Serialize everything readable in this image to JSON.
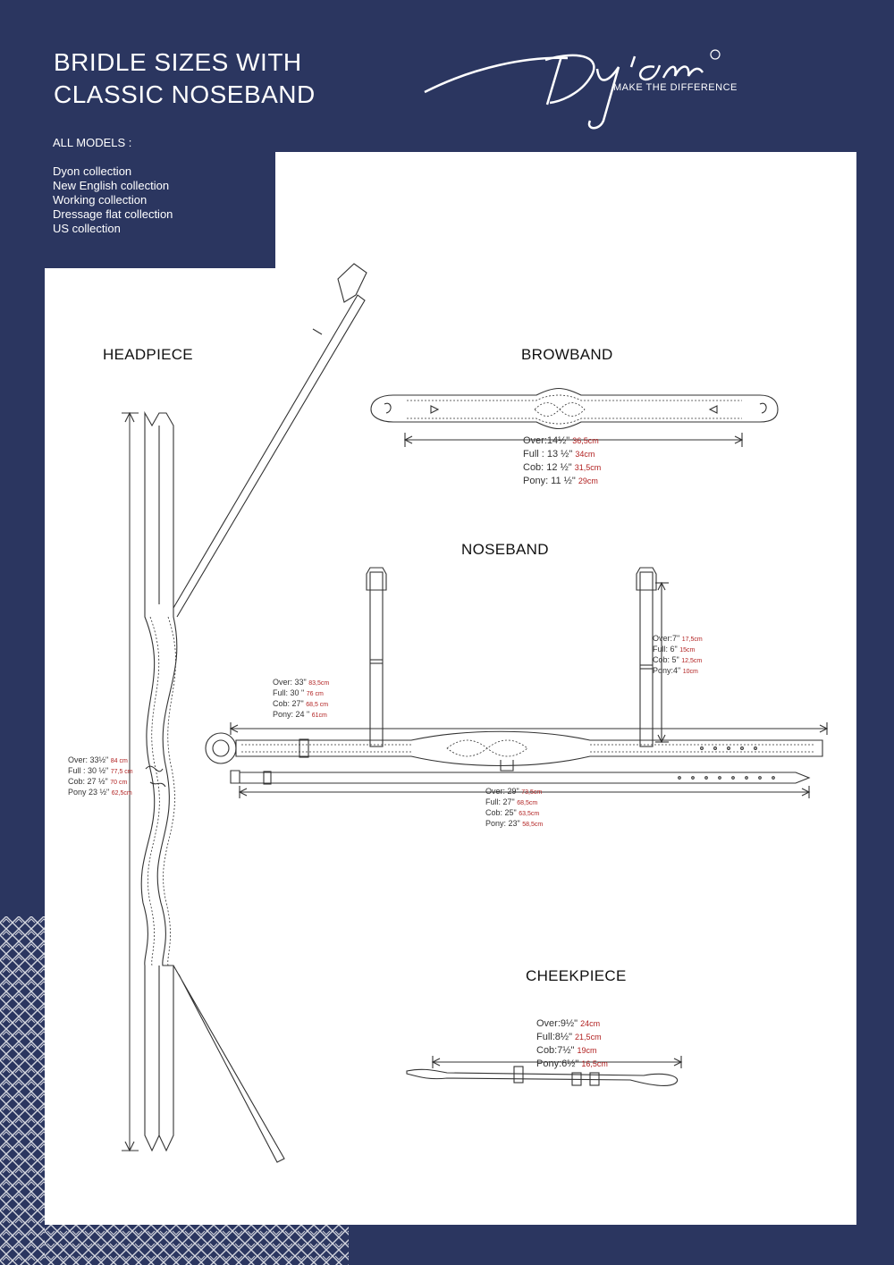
{
  "header": {
    "title_line1": "BRIDLE SIZES WITH",
    "title_line2": "CLASSIC NOSEBAND",
    "models_heading": "ALL MODELS :",
    "models": [
      "Dyon collection",
      "New English collection",
      "Working collection",
      "Dressage flat collection",
      "US collection"
    ],
    "tagline": "MAKE THE DIFFERENCE"
  },
  "colors": {
    "navy": "#2b3660",
    "panel": "#ffffff",
    "measure_red": "#b22222"
  },
  "sections": {
    "headpiece": {
      "label": "HEADPIECE",
      "sizes": [
        {
          "name": "Over: 33½\"",
          "cm": "84 cm"
        },
        {
          "name": "Full : 30 ½\"",
          "cm": "77,5 cm"
        },
        {
          "name": "Cob: 27 ½\"",
          "cm": "70 cm"
        },
        {
          "name": "Pony 23 ½\"",
          "cm": "62,5cm"
        }
      ]
    },
    "browband": {
      "label": "BROWBAND",
      "sizes": [
        {
          "name": "Over:14½\"",
          "cm": "36,5cm"
        },
        {
          "name": "Full : 13 ½\"",
          "cm": "34cm"
        },
        {
          "name": "Cob: 12 ½\"",
          "cm": "31,5cm"
        },
        {
          "name": "Pony: 11 ½\"",
          "cm": "29cm"
        }
      ]
    },
    "noseband": {
      "label": "NOSEBAND",
      "total_sizes": [
        {
          "name": "Over: 33\"",
          "cm": "83,5cm"
        },
        {
          "name": "Full: 30 \"",
          "cm": "76 cm"
        },
        {
          "name": "Cob: 27\"",
          "cm": "68,5 cm"
        },
        {
          "name": "Pony: 24 \"",
          "cm": "61cm"
        }
      ],
      "strap_sizes": [
        {
          "name": "Over:7\"",
          "cm": "17,5cm"
        },
        {
          "name": "Full: 6\"",
          "cm": "15cm"
        },
        {
          "name": "Cob: 5\"",
          "cm": "12,5cm"
        },
        {
          "name": "Pony:4\"",
          "cm": "10cm"
        }
      ],
      "flash_sizes": [
        {
          "name": "Over: 29\"",
          "cm": "73,5cm"
        },
        {
          "name": "Full: 27\"",
          "cm": "68,5cm"
        },
        {
          "name": "Cob: 25\"",
          "cm": "63,5cm"
        },
        {
          "name": "Pony: 23\"",
          "cm": "58,5cm"
        }
      ]
    },
    "cheekpiece": {
      "label": "CHEEKPIECE",
      "sizes": [
        {
          "name": "Over:9½\"",
          "cm": "24cm"
        },
        {
          "name": "Full:8½\"",
          "cm": "21,5cm"
        },
        {
          "name": "Cob:7½\"",
          "cm": "19cm"
        },
        {
          "name": "Pony:6½\"",
          "cm": "16,5cm"
        }
      ]
    }
  }
}
